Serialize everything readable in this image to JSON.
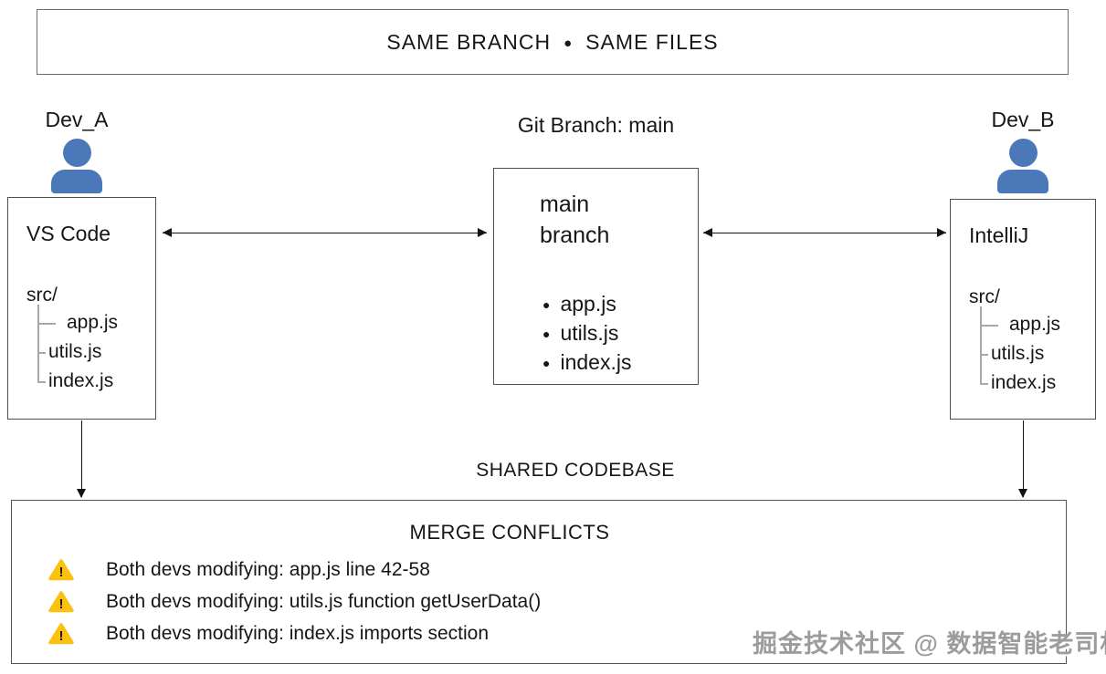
{
  "banner": {
    "left": "SAME BRANCH",
    "separator": "●",
    "right": "SAME FILES"
  },
  "dev_a": {
    "label": "Dev_A",
    "editor": "VS Code",
    "folder": "src/",
    "files": [
      "app.js",
      "utils.js",
      "index.js"
    ]
  },
  "dev_b": {
    "label": "Dev_B",
    "editor": "IntelliJ",
    "folder": "src/",
    "files": [
      "app.js",
      "utils.js",
      "index.js"
    ]
  },
  "center": {
    "label": "Git Branch: main",
    "box_title": "main branch",
    "bullet": "●",
    "files": [
      "app.js",
      "utils.js",
      "index.js"
    ]
  },
  "shared_codebase_label": "SHARED CODEBASE",
  "merge": {
    "title": "MERGE CONFLICTS",
    "warning_glyph": "!",
    "conflicts": [
      "Both devs modifying: app.js line 42-58",
      "Both devs modifying: utils.js function getUserData()",
      "Both devs modifying: index.js imports section"
    ]
  },
  "watermark": "掘金技术社区 @ 数据智能老司机",
  "colors": {
    "person_blue": "#4a78b8",
    "warning_yellow": "#fcc10f",
    "text": "#161616",
    "box_border": "#4f4f4f",
    "tree_line": "#a8a8a8",
    "watermark_gray": "#9c9c9c"
  }
}
